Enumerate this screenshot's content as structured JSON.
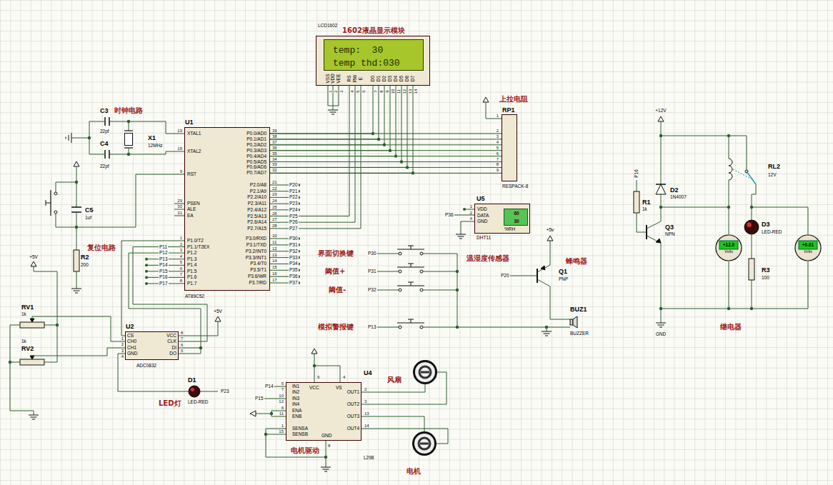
{
  "diagram": {
    "nodes": [
      {
        "text": [
          "1602液晶显示模块",
          "LCD1602"
        ]
      },
      {
        "text": [
          "temp:  30",
          "temp thd:030"
        ],
        "in": 0
      },
      {
        "text": [
          "U1",
          "AT89C52"
        ]
      },
      {
        "text": [
          "RP1",
          "上拉电阻",
          "RESPACK-8"
        ]
      },
      {
        "text": [
          "U5",
          "DHT11",
          "温湿度传感器"
        ]
      },
      {
        "text": [
          "60",
          "30"
        ],
        "in": 4
      },
      {
        "text": [
          "U2",
          "ADC0832"
        ]
      },
      {
        "text": [
          "U4",
          "电机驱动",
          "L298"
        ]
      },
      {
        "text": [
          "X1",
          "12MHz"
        ]
      },
      {
        "text": [
          "风扇"
        ]
      },
      {
        "text": [
          "电机"
        ]
      },
      {
        "text": [
          "BUZ1",
          "BUZZER"
        ]
      },
      {
        "text": [
          "+12.0",
          "Volts"
        ]
      },
      {
        "text": [
          "+0.01",
          "Volts"
        ]
      }
    ],
    "edges": [
      {
        "from": 2,
        "to": 0,
        "arrow": "none"
      },
      {
        "from": 2,
        "to": 0,
        "arrow": "none"
      },
      {
        "from": 2,
        "to": 0,
        "arrow": "none"
      },
      {
        "from": 2,
        "to": 0,
        "arrow": "none"
      },
      {
        "from": 2,
        "to": 0,
        "arrow": "none"
      },
      {
        "from": 2,
        "to": 0,
        "arrow": "none"
      },
      {
        "from": 2,
        "to": 0,
        "arrow": "none"
      },
      {
        "from": 2,
        "to": 0,
        "arrow": "none"
      },
      {
        "from": 2,
        "to": 3,
        "arrow": "none"
      },
      {
        "from": 2,
        "to": 3,
        "arrow": "none"
      },
      {
        "from": 2,
        "to": 3,
        "arrow": "none"
      },
      {
        "from": 2,
        "to": 3,
        "arrow": "none"
      },
      {
        "from": 2,
        "to": 3,
        "arrow": "none"
      },
      {
        "from": 2,
        "to": 3,
        "arrow": "none"
      },
      {
        "from": 2,
        "to": 3,
        "arrow": "none"
      },
      {
        "from": 2,
        "to": 3,
        "arrow": "none"
      },
      {
        "from": 2,
        "to": 0,
        "arrow": "none"
      },
      {
        "from": 2,
        "to": 0,
        "arrow": "none"
      },
      {
        "from": 2,
        "to": 0,
        "arrow": "none"
      },
      {
        "from": 6,
        "to": 2,
        "arrow": "none"
      },
      {
        "from": 6,
        "to": 2,
        "arrow": "none"
      },
      {
        "from": 6,
        "to": 2,
        "arrow": "none"
      },
      {
        "from": 7,
        "to": 9,
        "arrow": "none"
      },
      {
        "from": 7,
        "to": 9,
        "arrow": "none"
      },
      {
        "from": 7,
        "to": 10,
        "arrow": "none"
      },
      {
        "from": 7,
        "to": 10,
        "arrow": "none"
      }
    ],
    "labels": [
      "P0.0/AD0",
      "P0.1/AD1",
      "P0.2/AD2",
      "P0.3/AD3",
      "P0.4/AD4",
      "P0.5/AD5",
      "P0.6/AD6",
      "P0.7/AD7",
      "P2.0/A8",
      "P2.1/A9",
      "P2.2/A10",
      "P2.3/A11",
      "P2.4/A12",
      "P2.5/A13",
      "P2.6/A14",
      "P2.7/A15",
      "P3.0/RXD",
      "P3.1/TXD",
      "P3.2/INT0",
      "P3.3/INT1",
      "P3.4/T0",
      "P3.5/T1",
      "P3.6/WR",
      "P3.7/RD",
      "XTAL1",
      "XTAL2",
      "RST",
      "PSEN",
      "ALE",
      "EA",
      "P1.0/T2",
      "P1.1/T2EX",
      "P1.2",
      "P1.3",
      "P1.4",
      "P1.5",
      "P1.6",
      "P1.7",
      "39",
      "38",
      "37",
      "36",
      "35",
      "34",
      "33",
      "32",
      "21",
      "22",
      "23",
      "24",
      "25",
      "26",
      "27",
      "28",
      "10",
      "11",
      "12",
      "13",
      "14",
      "15",
      "16",
      "17",
      "19",
      "18",
      "9",
      "29",
      "30",
      "31",
      "1",
      "2",
      "3",
      "4",
      "5",
      "6",
      "7",
      "8",
      "P20",
      "P21",
      "P22",
      "P23",
      "P24",
      "P25",
      "P26",
      "P27",
      "P30",
      "P31",
      "P32",
      "P33",
      "P34",
      "P35",
      "P36",
      "P37",
      "P11",
      "P12",
      "P13",
      "P14",
      "P15",
      "P16",
      "P17",
      "VSS",
      "VDD",
      "VEE",
      "RS",
      "RW",
      "E",
      "D0",
      "D1",
      "D2",
      "D3",
      "D4",
      "D5",
      "D6",
      "D7",
      "1",
      "2",
      "3",
      "4",
      "5",
      "6",
      "7",
      "8",
      "9",
      "10",
      "11",
      "12",
      "13",
      "14",
      "1",
      "2",
      "3",
      "4",
      "5",
      "6",
      "7",
      "8",
      "9",
      "VDD",
      "DATA",
      "GND",
      "1",
      "2",
      "4",
      "%RH",
      "P36",
      "界面切换键",
      "P30",
      "阈值+",
      "P31",
      "阈值-",
      "P32",
      "模拟警报键",
      "P13",
      "+5v",
      "Q1",
      "PNP",
      "蜂鸣器",
      "P20",
      "CS",
      "CH0",
      "CH1",
      "GND",
      "VCC",
      "CLK",
      "DI",
      "DO",
      "1",
      "2",
      "3",
      "4",
      "8",
      "7",
      "6",
      "5",
      "+5V",
      "+5V",
      "RV1",
      "1k",
      "1k",
      "RV2",
      "D1",
      "LED-RED",
      "LED灯",
      "P23",
      "IN1",
      "IN2",
      "IN3",
      "IN4",
      "ENA",
      "ENB",
      "SENSA",
      "SENSB",
      "VCC",
      "VS",
      "GND",
      "OUT1",
      "OUT2",
      "OUT3",
      "OUT4",
      "5",
      "7",
      "10",
      "12",
      "6",
      "11",
      "1",
      "15",
      "9",
      "4",
      "8",
      "2",
      "3",
      "13",
      "14",
      "P14",
      "P15",
      "+12V",
      "P16",
      "R1",
      "1k",
      "D2",
      "1N4007",
      "Q3",
      "NPN",
      "RL2",
      "12V",
      "D3",
      "LED-RED",
      "R3",
      "100",
      "GND",
      "继电器",
      "时钟电路",
      "C3",
      "22pf",
      "C4",
      "22pf",
      "C5",
      "1uf",
      "R2",
      "200",
      "复位电路"
    ]
  }
}
